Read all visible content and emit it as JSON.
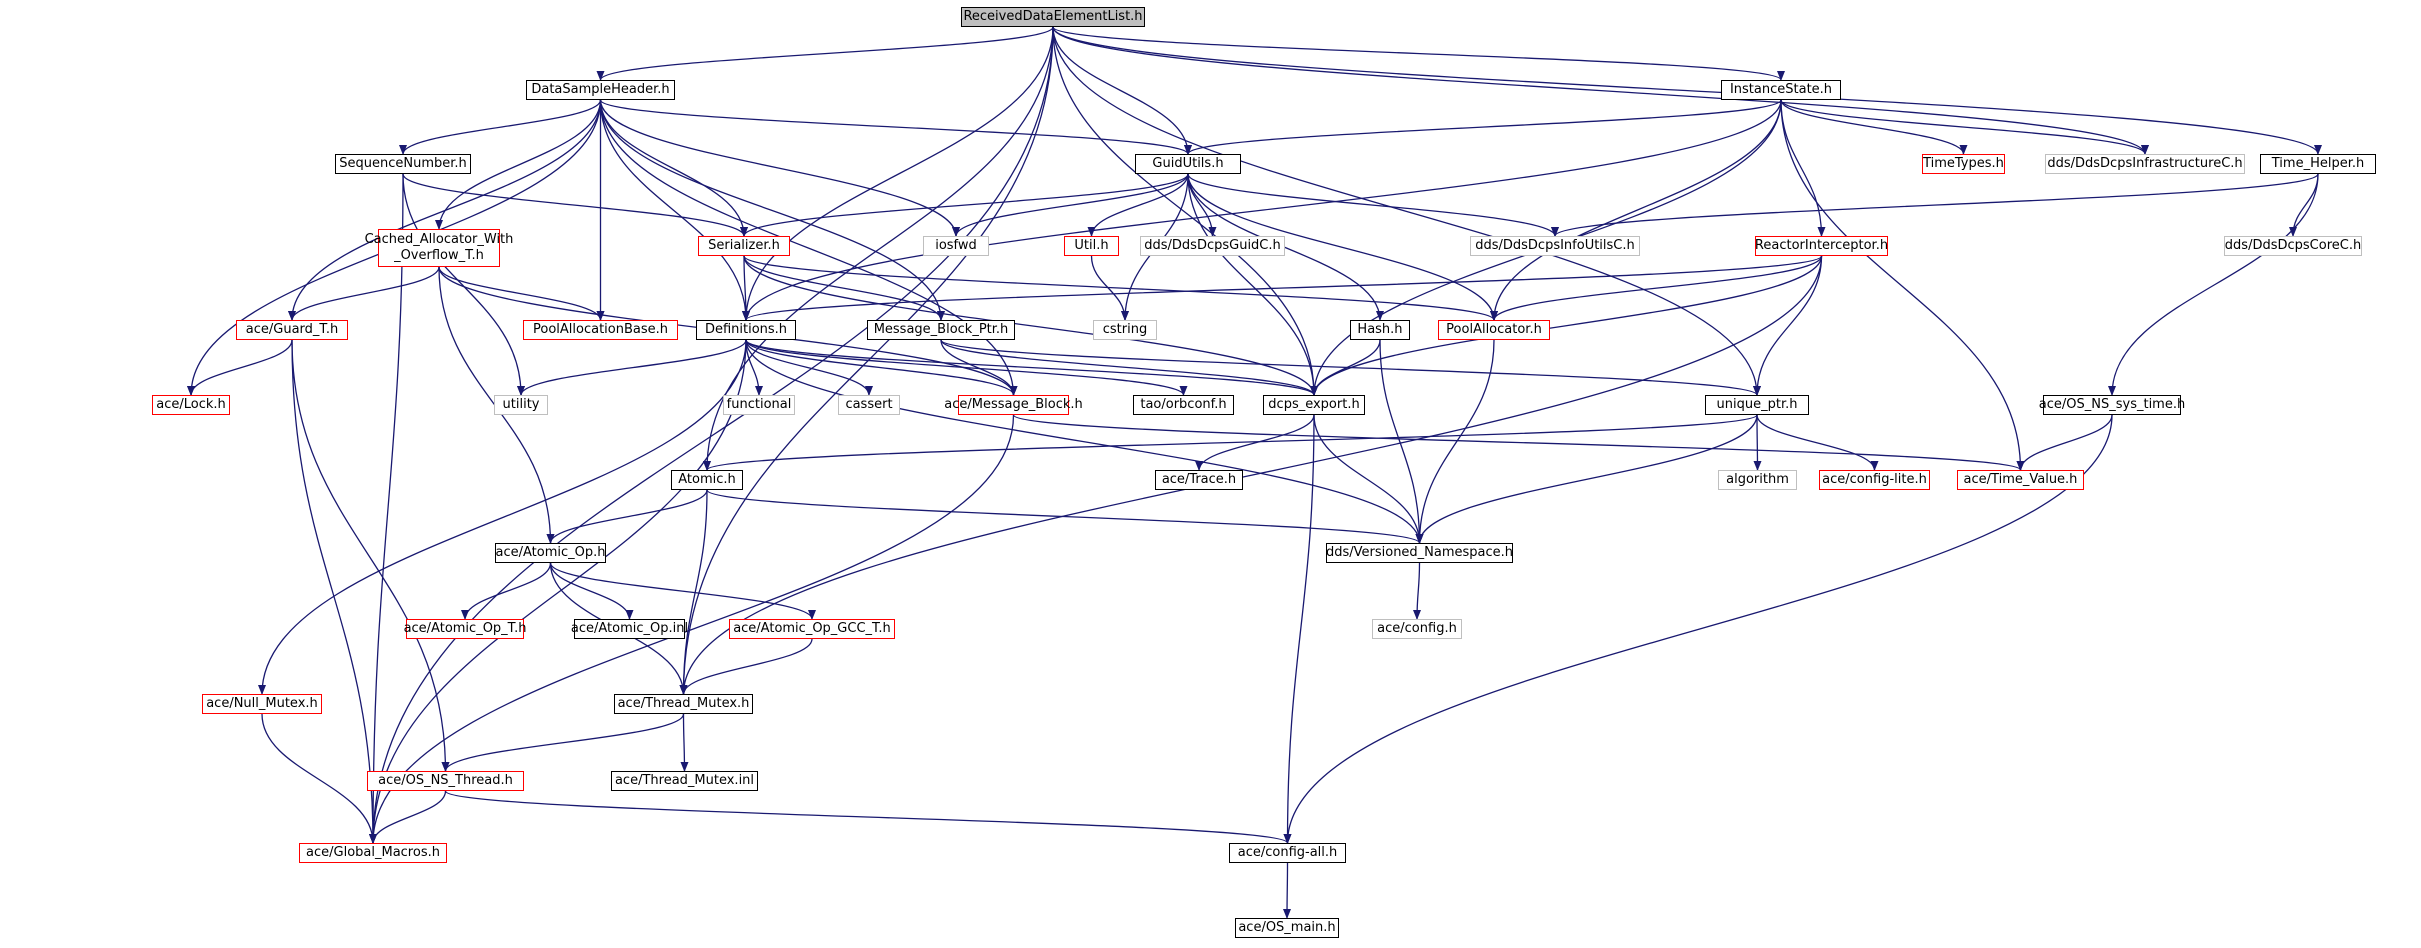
{
  "colors": {
    "edge": "#191970",
    "black_border": "#000000",
    "red_border": "#ff0000",
    "gray_border": "#bfbfbf",
    "root_fill": "#bfbfbf"
  },
  "nodes": {
    "root": {
      "label": "ReceivedDataElementList.h",
      "style": "root"
    },
    "dsh": {
      "label": "DataSampleHeader.h",
      "style": "black"
    },
    "is": {
      "label": "InstanceState.h",
      "style": "black"
    },
    "seq": {
      "label": "SequenceNumber.h",
      "style": "black"
    },
    "gu": {
      "label": "GuidUtils.h",
      "style": "black"
    },
    "tt": {
      "label": "TimeTypes.h",
      "style": "red"
    },
    "ddi": {
      "label": "dds/DdsDcpsInfrastructureC.h",
      "style": "gray"
    },
    "th": {
      "label": "Time_Helper.h",
      "style": "black"
    },
    "cao": {
      "label": "Cached_Allocator_With\n_Overflow_T.h",
      "style": "red"
    },
    "ser": {
      "label": "Serializer.h",
      "style": "red"
    },
    "iosfwd": {
      "label": "iosfwd",
      "style": "gray"
    },
    "gc": {
      "label": "dds/DdsDcpsGuidC.h",
      "style": "gray"
    },
    "util": {
      "label": "Util.h",
      "style": "red"
    },
    "diu": {
      "label": "dds/DdsDcpsInfoUtilsC.h",
      "style": "gray"
    },
    "ri": {
      "label": "ReactorInterceptor.h",
      "style": "red"
    },
    "dcc": {
      "label": "dds/DdsDcpsCoreC.h",
      "style": "gray"
    },
    "guard": {
      "label": "ace/Guard_T.h",
      "style": "red"
    },
    "pab": {
      "label": "PoolAllocationBase.h",
      "style": "red"
    },
    "def": {
      "label": "Definitions.h",
      "style": "black"
    },
    "mbp": {
      "label": "Message_Block_Ptr.h",
      "style": "black"
    },
    "cstring": {
      "label": "cstring",
      "style": "gray"
    },
    "hash": {
      "label": "Hash.h",
      "style": "black"
    },
    "pa": {
      "label": "PoolAllocator.h",
      "style": "red"
    },
    "lock": {
      "label": "ace/Lock.h",
      "style": "red"
    },
    "utility": {
      "label": "utility",
      "style": "gray"
    },
    "functional": {
      "label": "functional",
      "style": "gray"
    },
    "cassert": {
      "label": "cassert",
      "style": "gray"
    },
    "mb": {
      "label": "ace/Message_Block.h",
      "style": "red"
    },
    "orbconf": {
      "label": "tao/orbconf.h",
      "style": "black"
    },
    "dcps": {
      "label": "dcps_export.h",
      "style": "black"
    },
    "uptr": {
      "label": "unique_ptr.h",
      "style": "black"
    },
    "ost": {
      "label": "ace/OS_NS_sys_time.h",
      "style": "black"
    },
    "atomic": {
      "label": "Atomic.h",
      "style": "black"
    },
    "trace": {
      "label": "ace/Trace.h",
      "style": "black"
    },
    "algo": {
      "label": "algorithm",
      "style": "gray"
    },
    "cl": {
      "label": "ace/config-lite.h",
      "style": "red"
    },
    "tv": {
      "label": "ace/Time_Value.h",
      "style": "red"
    },
    "aop": {
      "label": "ace/Atomic_Op.h",
      "style": "black"
    },
    "vn": {
      "label": "dds/Versioned_Namespace.h",
      "style": "black"
    },
    "aopt": {
      "label": "ace/Atomic_Op_T.h",
      "style": "red"
    },
    "aopi": {
      "label": "ace/Atomic_Op.inl",
      "style": "black"
    },
    "aopg": {
      "label": "ace/Atomic_Op_GCC_T.h",
      "style": "red"
    },
    "conf": {
      "label": "ace/config.h",
      "style": "gray"
    },
    "nm": {
      "label": "ace/Null_Mutex.h",
      "style": "red"
    },
    "tm": {
      "label": "ace/Thread_Mutex.h",
      "style": "black"
    },
    "osth": {
      "label": "ace/OS_NS_Thread.h",
      "style": "red"
    },
    "tmi": {
      "label": "ace/Thread_Mutex.inl",
      "style": "black"
    },
    "gm": {
      "label": "ace/Global_Macros.h",
      "style": "red"
    },
    "ca": {
      "label": "ace/config-all.h",
      "style": "black"
    },
    "osm": {
      "label": "ace/OS_main.h",
      "style": "black"
    }
  },
  "edges": [
    [
      "root",
      "dsh"
    ],
    [
      "root",
      "is"
    ],
    [
      "root",
      "gu"
    ],
    [
      "root",
      "ddi"
    ],
    [
      "root",
      "th"
    ],
    [
      "root",
      "def"
    ],
    [
      "root",
      "dcps"
    ],
    [
      "root",
      "uptr"
    ],
    [
      "root",
      "atomic"
    ],
    [
      "root",
      "tm"
    ],
    [
      "root",
      "gm"
    ],
    [
      "dsh",
      "seq"
    ],
    [
      "dsh",
      "gu"
    ],
    [
      "dsh",
      "cao"
    ],
    [
      "dsh",
      "ser"
    ],
    [
      "dsh",
      "iosfwd"
    ],
    [
      "dsh",
      "guard"
    ],
    [
      "dsh",
      "pab"
    ],
    [
      "dsh",
      "def"
    ],
    [
      "dsh",
      "lock"
    ],
    [
      "dsh",
      "mbp"
    ],
    [
      "dsh",
      "mb"
    ],
    [
      "is",
      "gu"
    ],
    [
      "is",
      "tt"
    ],
    [
      "is",
      "ddi"
    ],
    [
      "is",
      "ri"
    ],
    [
      "is",
      "pa"
    ],
    [
      "is",
      "def"
    ],
    [
      "is",
      "dcps"
    ],
    [
      "is",
      "tv"
    ],
    [
      "seq",
      "ser"
    ],
    [
      "seq",
      "utility"
    ],
    [
      "seq",
      "gm"
    ],
    [
      "gu",
      "ser"
    ],
    [
      "gu",
      "iosfwd"
    ],
    [
      "gu",
      "gc"
    ],
    [
      "gu",
      "util"
    ],
    [
      "gu",
      "diu"
    ],
    [
      "gu",
      "cstring"
    ],
    [
      "gu",
      "hash"
    ],
    [
      "gu",
      "pa"
    ],
    [
      "gu",
      "dcps"
    ],
    [
      "th",
      "diu"
    ],
    [
      "th",
      "dcc"
    ],
    [
      "th",
      "ost"
    ],
    [
      "cao",
      "guard"
    ],
    [
      "cao",
      "pab"
    ],
    [
      "cao",
      "mb"
    ],
    [
      "cao",
      "aop"
    ],
    [
      "ser",
      "def"
    ],
    [
      "ser",
      "mbp"
    ],
    [
      "ser",
      "pa"
    ],
    [
      "ser",
      "dcps"
    ],
    [
      "util",
      "cstring"
    ],
    [
      "ri",
      "def"
    ],
    [
      "ri",
      "pa"
    ],
    [
      "ri",
      "dcps"
    ],
    [
      "ri",
      "uptr"
    ],
    [
      "ri",
      "tm"
    ],
    [
      "guard",
      "lock"
    ],
    [
      "guard",
      "osth"
    ],
    [
      "guard",
      "gm"
    ],
    [
      "def",
      "utility"
    ],
    [
      "def",
      "functional"
    ],
    [
      "def",
      "cassert"
    ],
    [
      "def",
      "mb"
    ],
    [
      "def",
      "orbconf"
    ],
    [
      "def",
      "dcps"
    ],
    [
      "def",
      "vn"
    ],
    [
      "def",
      "nm"
    ],
    [
      "def",
      "gm"
    ],
    [
      "mbp",
      "mb"
    ],
    [
      "mbp",
      "uptr"
    ],
    [
      "mbp",
      "dcps"
    ],
    [
      "hash",
      "dcps"
    ],
    [
      "hash",
      "vn"
    ],
    [
      "pa",
      "vn"
    ],
    [
      "mb",
      "tv"
    ],
    [
      "mb",
      "gm"
    ],
    [
      "dcps",
      "trace"
    ],
    [
      "dcps",
      "vn"
    ],
    [
      "dcps",
      "ca"
    ],
    [
      "uptr",
      "atomic"
    ],
    [
      "uptr",
      "algo"
    ],
    [
      "uptr",
      "cl"
    ],
    [
      "uptr",
      "vn"
    ],
    [
      "ost",
      "tv"
    ],
    [
      "ost",
      "ca"
    ],
    [
      "atomic",
      "aop"
    ],
    [
      "atomic",
      "vn"
    ],
    [
      "atomic",
      "tm"
    ],
    [
      "aop",
      "aopt"
    ],
    [
      "aop",
      "aopi"
    ],
    [
      "aop",
      "aopg"
    ],
    [
      "aop",
      "tm"
    ],
    [
      "aopg",
      "tm"
    ],
    [
      "vn",
      "conf"
    ],
    [
      "nm",
      "gm"
    ],
    [
      "tm",
      "osth"
    ],
    [
      "tm",
      "tmi"
    ],
    [
      "osth",
      "gm"
    ],
    [
      "osth",
      "ca"
    ],
    [
      "ca",
      "osm"
    ]
  ]
}
